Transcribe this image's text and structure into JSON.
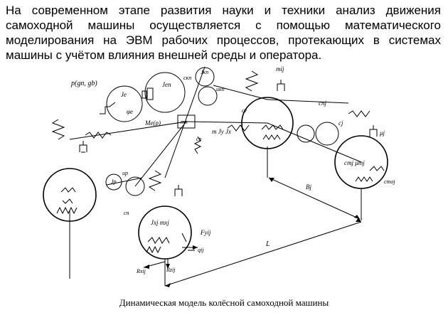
{
  "intro_text": "На современном этапе развития науки и техники анализ движения самоходной машины осуществляется с помощью математического моделирования на ЭВМ рабочих процессов, протекающих в системах машины с учётом влияния внешней среды и оператора.",
  "caption": "Динамическая модель колёсной самоходной машины",
  "labels": {
    "p_g": "p(gn, gb)",
    "j_e": "Je",
    "phi_e": "φe",
    "j_en": "Jen",
    "c_kn": "cкп",
    "j_kn": "Jкп",
    "u_kn": "uкп",
    "m_ij": "mij",
    "c_nj": "cnj",
    "m_e_p": "Me(p)",
    "m_n": "mn",
    "c_n_mid": "cn",
    "c_v": "cv",
    "m_jy_jx": "m Jy Jx",
    "c_j": "cj",
    "mu_j": "μj",
    "c_n_low": "cn",
    "u_p": "up",
    "j_p": "Jp",
    "c_mj_mu_mj": "cmj μmj",
    "c_moj": "cmoj",
    "b_j": "Bj",
    "c_n_left": "cn",
    "j_xj_m_xj": "Jxj mxj",
    "f_yij": "Fyij",
    "q_ij": "qij",
    "l": "L",
    "r_xij": "Rxij",
    "r_zij": "Rzij"
  }
}
